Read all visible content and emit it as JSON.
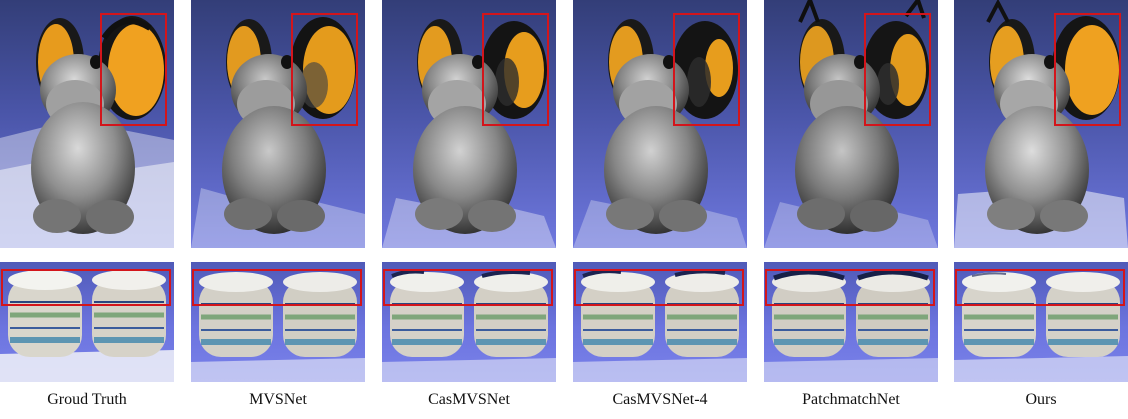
{
  "figure": {
    "captions": [
      "Groud Truth",
      "MVSNet",
      "CasMVSNet",
      "CasMVSNet-4",
      "PatchmatchNet",
      "Ours"
    ]
  }
}
